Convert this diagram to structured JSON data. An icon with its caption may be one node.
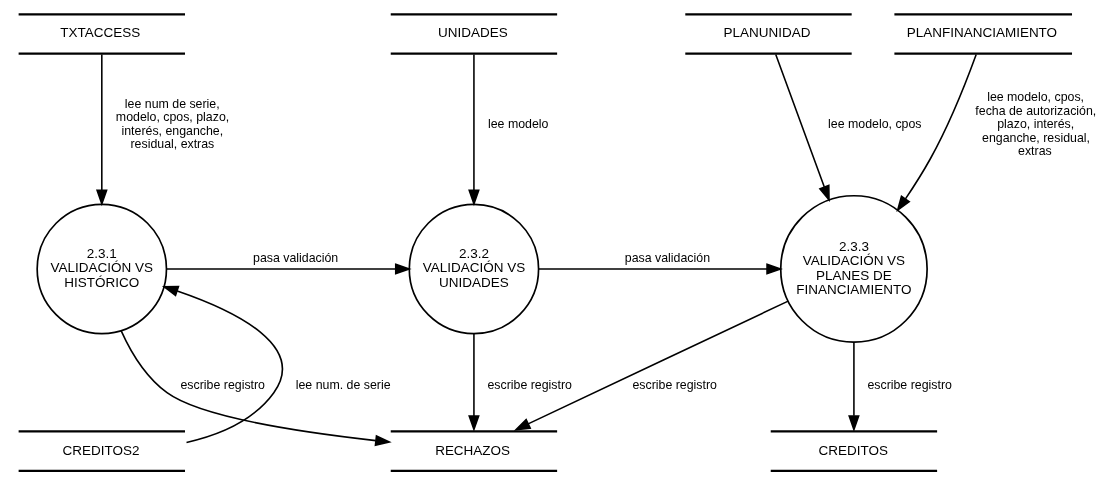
{
  "diagram": {
    "nodes": [
      {
        "text": [
          "TXTACCESS"
        ]
      },
      {
        "text": [
          "UNIDADES"
        ]
      },
      {
        "text": [
          "PLANUNIDAD"
        ]
      },
      {
        "text": [
          "PLANFINANCIAMIENTO"
        ]
      },
      {
        "text": [
          "2.3.1",
          "VALIDACIÓN VS HISTÓRICO"
        ]
      },
      {
        "text": [
          "2.3.2",
          "VALIDACIÓN VS UNIDADES"
        ]
      },
      {
        "text": [
          "2.3.3",
          "VALIDACIÓN VS PLANES DE FINANCIAMIENTO"
        ]
      },
      {
        "text": [
          "CREDITOS2"
        ]
      },
      {
        "text": [
          "RECHAZOS"
        ]
      },
      {
        "text": [
          "CREDITOS"
        ]
      }
    ],
    "edges": [
      {
        "from": 0,
        "to": 4,
        "arrow": "to",
        "label": "lee num de serie, modelo, cpos, plazo, interés, enganche, residual, extras"
      },
      {
        "from": 1,
        "to": 5,
        "arrow": "to",
        "label": "lee modelo"
      },
      {
        "from": 2,
        "to": 6,
        "arrow": "to",
        "label": "lee modelo, cpos"
      },
      {
        "from": 3,
        "to": 6,
        "arrow": "to",
        "label": "lee modelo, cpos, fecha de autorización, plazo, interés, enganche, residual, extras"
      },
      {
        "from": 4,
        "to": 5,
        "arrow": "to",
        "label": "pasa validación"
      },
      {
        "from": 5,
        "to": 6,
        "arrow": "to",
        "label": "pasa validación"
      },
      {
        "from": 7,
        "to": 4,
        "arrow": "to",
        "label": "lee num. de serie"
      },
      {
        "from": 4,
        "to": 8,
        "arrow": "to",
        "label": "escribe registro"
      },
      {
        "from": 5,
        "to": 8,
        "arrow": "to",
        "label": "escribe registro"
      },
      {
        "from": 6,
        "to": 8,
        "arrow": "to",
        "label": "escribe registro"
      },
      {
        "from": 6,
        "to": 9,
        "arrow": "to",
        "label": "escribe registro"
      }
    ]
  }
}
